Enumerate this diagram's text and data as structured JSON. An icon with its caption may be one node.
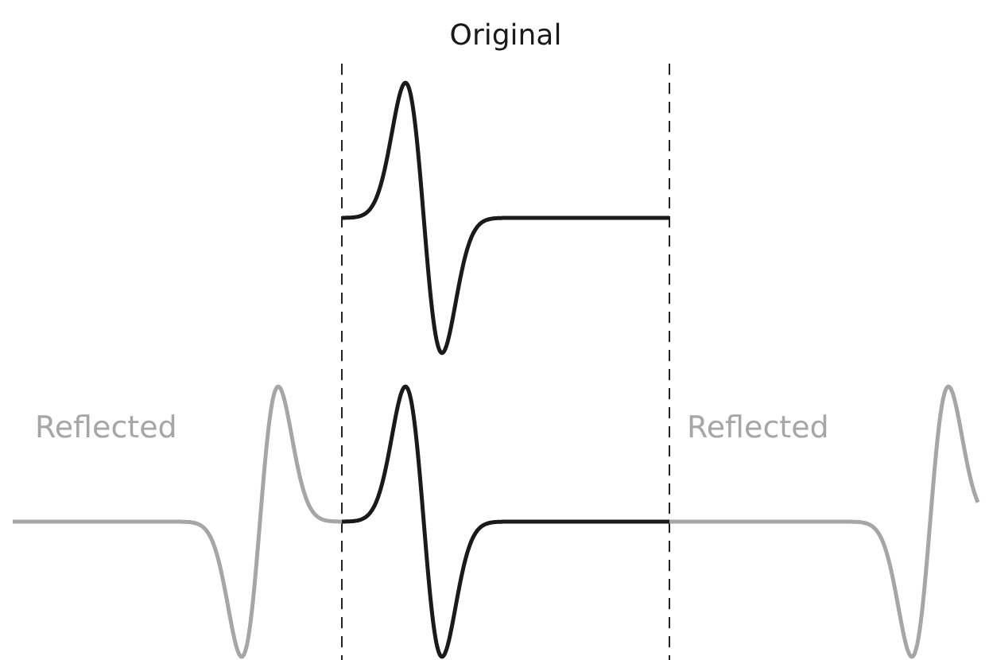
{
  "diagram": {
    "title": "Original",
    "labels": [
      "Reflected",
      "Reflected"
    ]
  }
}
